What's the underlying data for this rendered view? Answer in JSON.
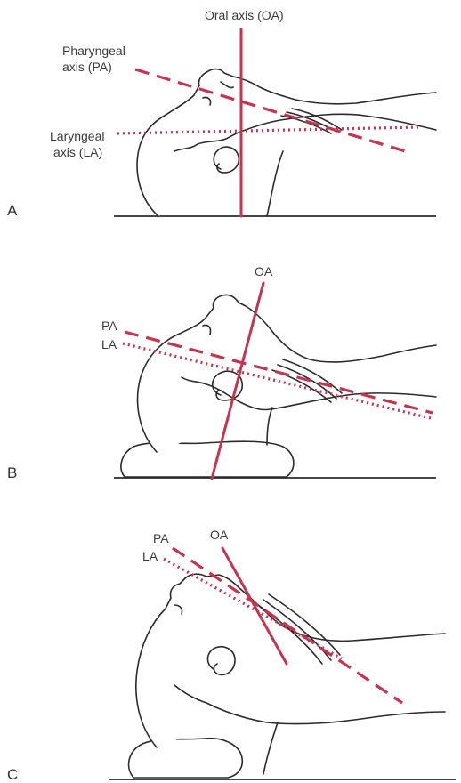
{
  "colors": {
    "axis": "#c8334f",
    "outline": "#2b2b2b",
    "text": "#3a3a3a"
  },
  "panels": [
    {
      "letter": "A",
      "oa_label": "Oral axis (OA)",
      "pa_label_line1": "Pharyngeal",
      "pa_label_line2": "axis (PA)",
      "la_label_line1": "Laryngeal",
      "la_label_line2": "axis (LA)"
    },
    {
      "letter": "B",
      "oa_label": "OA",
      "pa_label": "PA",
      "la_label": "LA"
    },
    {
      "letter": "C",
      "oa_label": "OA",
      "pa_label": "PA",
      "la_label": "LA"
    }
  ]
}
